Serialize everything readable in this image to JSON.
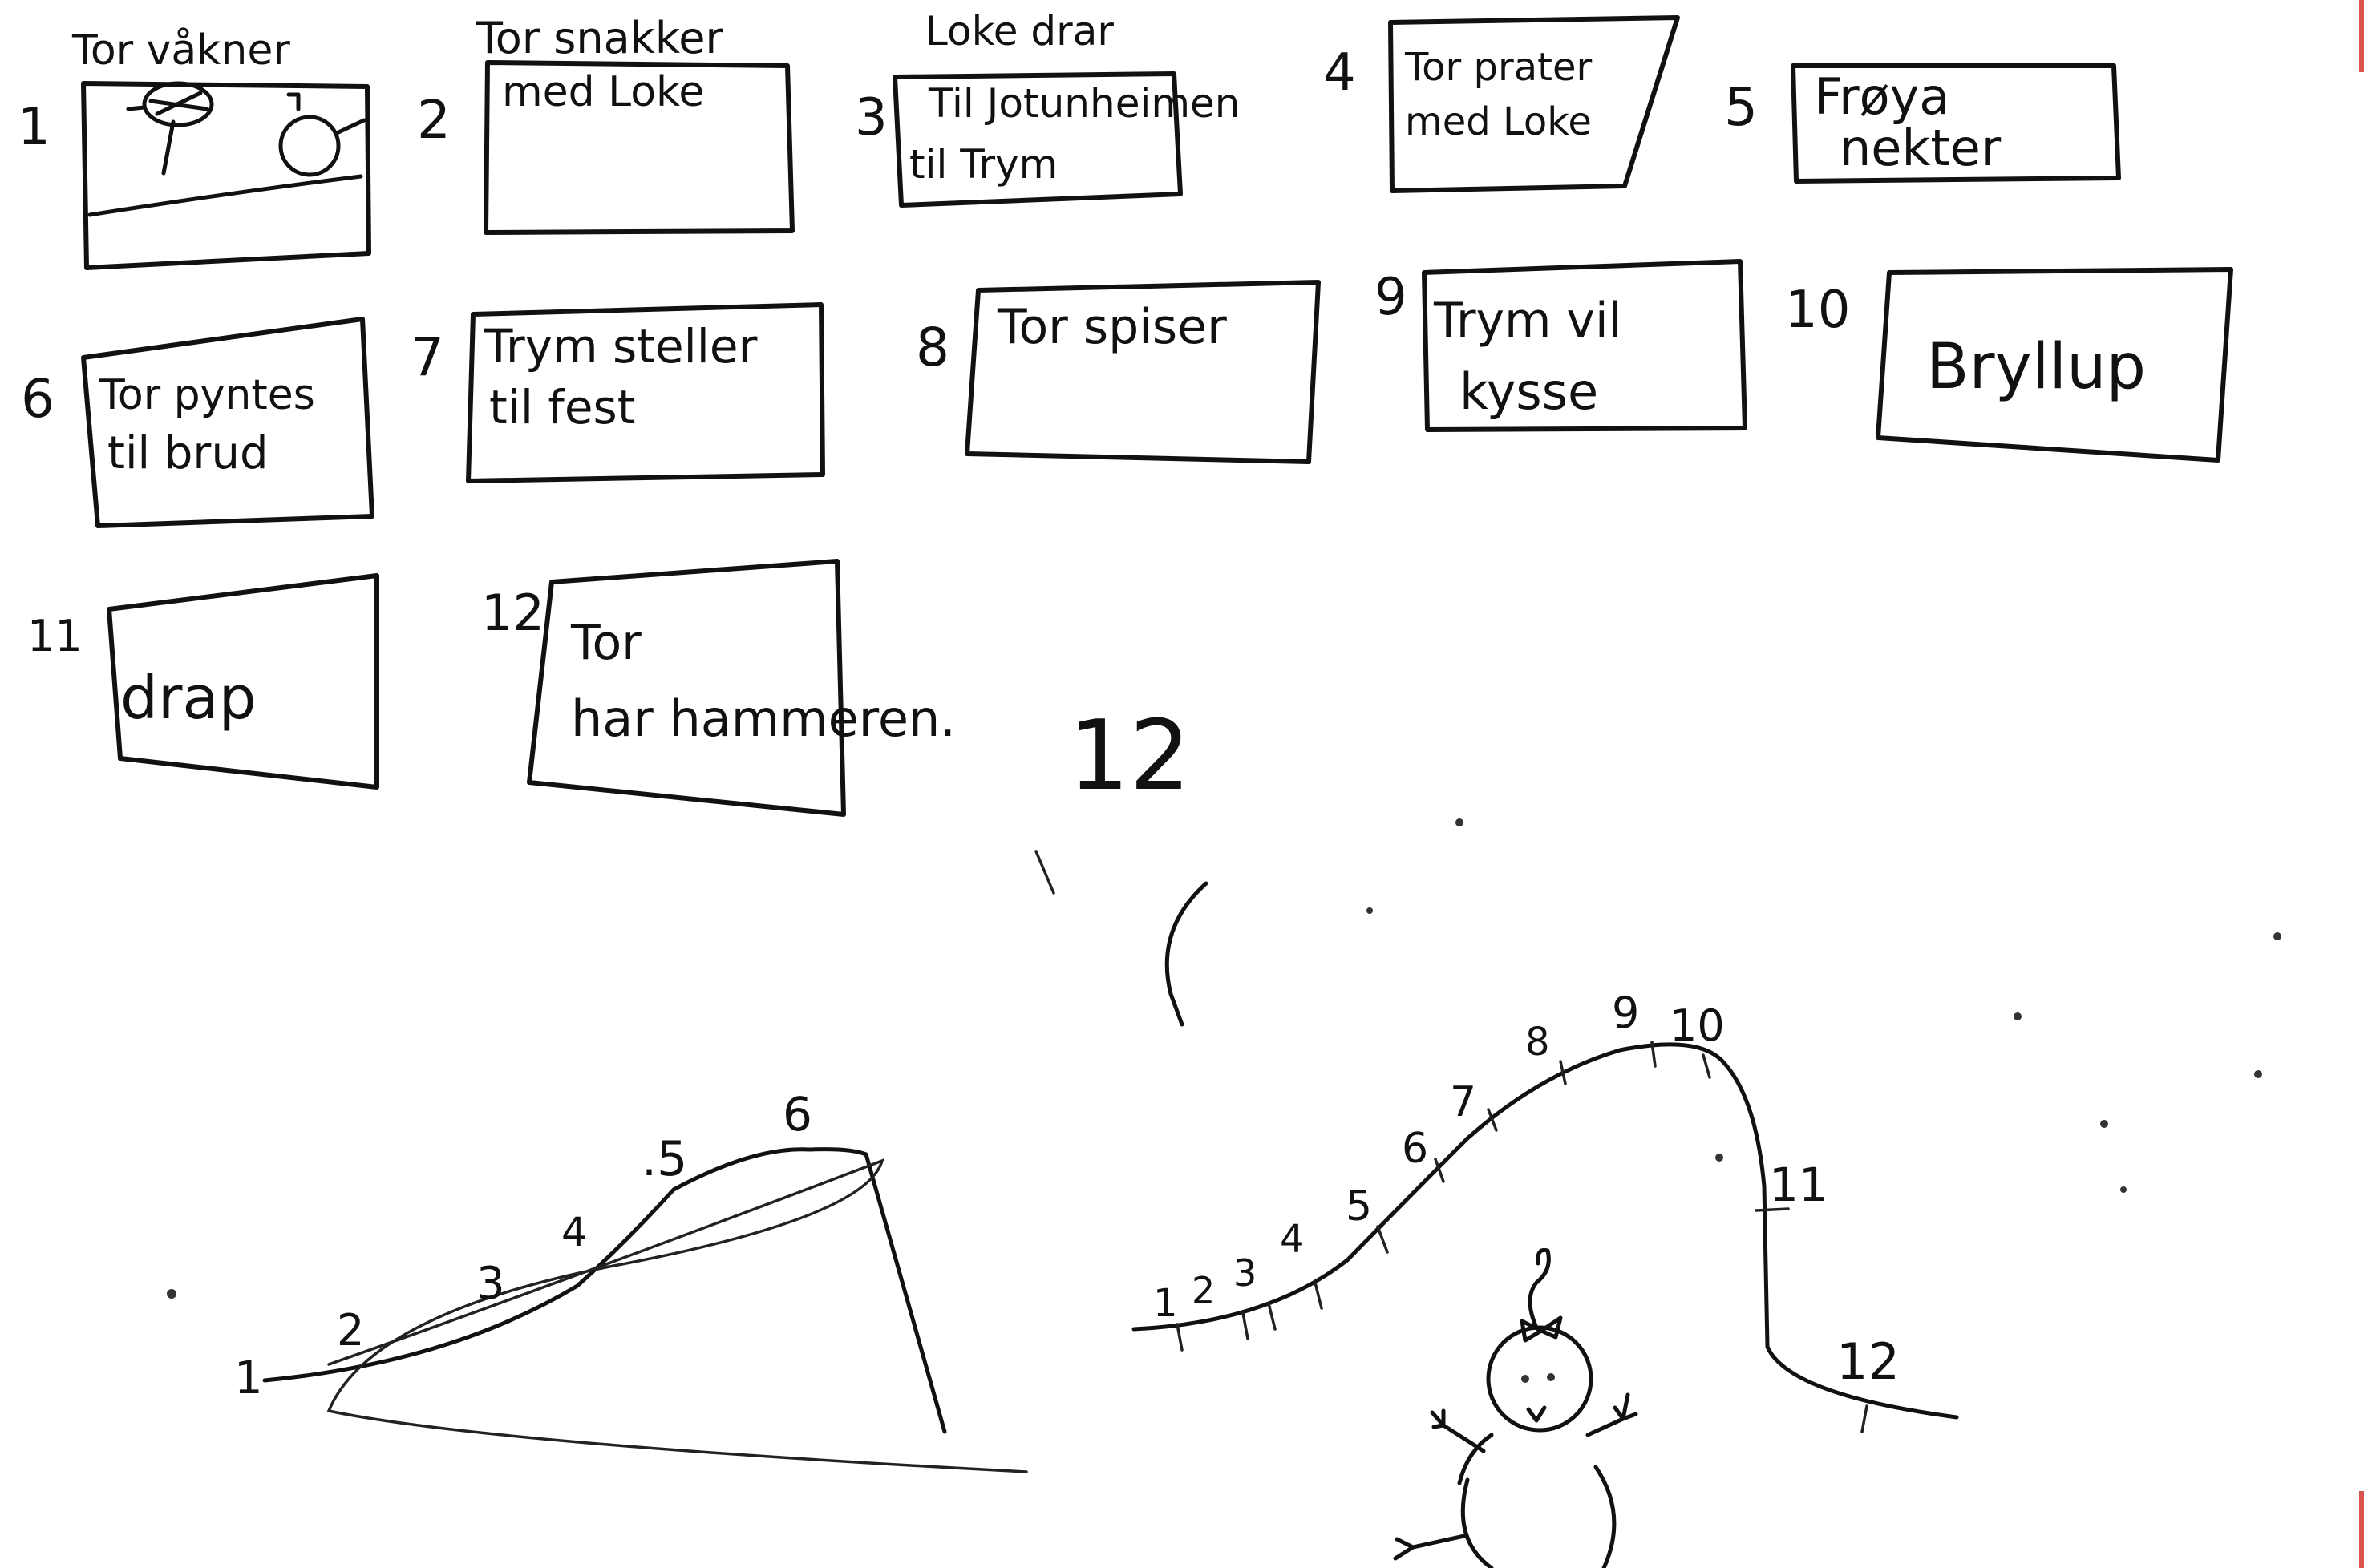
{
  "panels": [
    {
      "number": "1",
      "caption": "Tor våkner"
    },
    {
      "number": "2",
      "caption": "Tor snakker",
      "lines": [
        "med Loke"
      ]
    },
    {
      "number": "3",
      "caption": "Loke drar",
      "lines": [
        "Til Jotunheimen",
        "til Trym"
      ]
    },
    {
      "number": "4",
      "lines": [
        "Tor prater",
        "med Loke"
      ]
    },
    {
      "number": "5",
      "lines": [
        "Frøya",
        "nekter"
      ]
    },
    {
      "number": "6",
      "lines": [
        "Tor pyntes",
        "til brud"
      ]
    },
    {
      "number": "7",
      "lines": [
        "Trym steller",
        "til fest"
      ]
    },
    {
      "number": "8",
      "lines": [
        "Tor spiser"
      ]
    },
    {
      "number": "9",
      "lines": [
        "Trym vil",
        "kysse"
      ]
    },
    {
      "number": "10",
      "lines": [
        "Bryllup"
      ]
    },
    {
      "number": "11",
      "lines": [
        "drap"
      ]
    },
    {
      "number": "12",
      "lines": [
        "Tor",
        "har hammeren."
      ]
    }
  ],
  "stray_number": "12",
  "small_curve": {
    "labels": [
      "1",
      "2",
      "3",
      "4",
      ".5",
      "6"
    ]
  },
  "story_curve": {
    "labels": [
      "1",
      "2",
      "3",
      "4",
      "5",
      "6",
      "7",
      "8",
      "9",
      "10",
      "11",
      "12"
    ]
  },
  "colors": {
    "ink": "#111111",
    "paper": "#ffffff",
    "edge": "#d9534f"
  },
  "icons": [
    "hammer-sketch-icon",
    "sun-sketch-icon",
    "smiling-figure-icon"
  ]
}
